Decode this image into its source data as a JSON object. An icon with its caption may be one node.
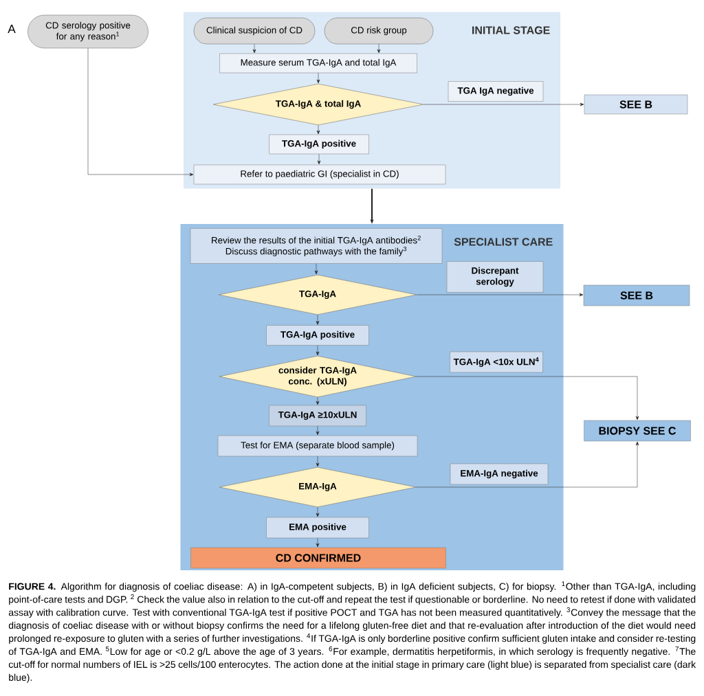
{
  "diagram": {
    "caption": "**FIGURE 4.** Algorithm for diagnosis of coeliac disease: A) in IgA-competent subjects, B) in IgA deficient subjects, C) for biopsy. $^{1}$Other than TGA-IgA, including point-of-care tests and DGP. $^{2}$ Check the value also in relation to the cut-off and repeat the test if questionable or borderline. No need to retest if done with validated assay with calibration curve. Test with conventional TGA-IgA test if positive POCT and TGA has not been measured quantitatively. $^{3}$Convey the message that the diagnosis of coeliac disease with or without biopsy confirms the need for a lifelong gluten-free diet and that re-evaluation after introduction of the diet would need prolonged re-exposure to gluten with a series of further investigations. $^{4}$If TGA-IgA is only borderline positive confirm sufficient gluten intake and consider re-testing of TGA-IgA and EMA. $^{5}$Low for age or <0.2 g/L above the age of 3 years. $^{6}$For example, dermatitis herpetiformis, in which serology is frequently negative. $^{7}$The cut-off for normal numbers of IEL is >25 cells/100 enterocytes. The action done at the initial stage in primary care (light blue) is separated from specialist care (dark blue).",
    "nodes": [
      {
        "text": [
          "INITIAL STAGE"
        ]
      },
      {
        "text": [
          "CD serology positive for any reason$^{1}$"
        ]
      },
      {
        "text": [
          "Clinical suspicion of CD"
        ],
        "in": 0
      },
      {
        "text": [
          "CD risk group"
        ],
        "in": 0
      },
      {
        "text": [
          "Measure serum TGA-IgA and total IgA"
        ],
        "in": 0
      },
      {
        "text": [
          "TGA-IgA & total IgA"
        ],
        "in": 0
      },
      {
        "text": [
          "TGA IgA negative"
        ],
        "in": 0
      },
      {
        "text": [
          "TGA-IgA positive"
        ],
        "in": 0
      },
      {
        "text": [
          "Refer to paediatric GI (specialist in CD)"
        ],
        "in": 0
      },
      {
        "text": [
          "SEE B"
        ]
      },
      {
        "text": [
          "SPECIALIST CARE"
        ]
      },
      {
        "text": [
          "Review the results of the initial TGA-IgA antibodies$^{2}$",
          "Discuss diagnostic pathways with the family$^{3}$"
        ],
        "in": 10
      },
      {
        "text": [
          "TGA-IgA"
        ],
        "in": 10
      },
      {
        "text": [
          "Discrepant serology"
        ],
        "in": 10
      },
      {
        "text": [
          "SEE B"
        ]
      },
      {
        "text": [
          "TGA-IgA positive"
        ],
        "in": 10
      },
      {
        "text": [
          "consider TGA-IgA conc. (xULN)"
        ],
        "in": 10
      },
      {
        "text": [
          "TGA-IgA <10x ULN$^{4}$"
        ],
        "in": 10
      },
      {
        "text": [
          "TGA-IgA ≥10xULN"
        ],
        "in": 10
      },
      {
        "text": [
          "Test for EMA (separate blood sample)"
        ],
        "in": 10
      },
      {
        "text": [
          "EMA-IgA"
        ],
        "in": 10
      },
      {
        "text": [
          "EMA-IgA negative"
        ],
        "in": 10
      },
      {
        "text": [
          "EMA positive"
        ],
        "in": 10
      },
      {
        "text": [
          "CD CONFIRMED"
        ],
        "in": 10
      },
      {
        "text": [
          "BIOPSY SEE C"
        ]
      }
    ],
    "edges": [
      {
        "from": 2,
        "to": 4,
        "arrow": "to"
      },
      {
        "from": 3,
        "to": 4,
        "arrow": "to"
      },
      {
        "from": 4,
        "to": 5,
        "arrow": "to"
      },
      {
        "from": 5,
        "to": 9,
        "arrow": "to"
      },
      {
        "from": 5,
        "to": 7,
        "arrow": "to"
      },
      {
        "from": 7,
        "to": 8,
        "arrow": "to"
      },
      {
        "from": 1,
        "to": 8,
        "arrow": "to"
      },
      {
        "from": 0,
        "to": 10,
        "arrow": "to",
        "style": "thick"
      },
      {
        "from": 11,
        "to": 12,
        "arrow": "to"
      },
      {
        "from": 12,
        "to": 14,
        "arrow": "to"
      },
      {
        "from": 12,
        "to": 15,
        "arrow": "to"
      },
      {
        "from": 15,
        "to": 16,
        "arrow": "to"
      },
      {
        "from": 16,
        "to": 24,
        "arrow": "to"
      },
      {
        "from": 16,
        "to": 18,
        "arrow": "to"
      },
      {
        "from": 18,
        "to": 19,
        "arrow": "to"
      },
      {
        "from": 19,
        "to": 20,
        "arrow": "to"
      },
      {
        "from": 20,
        "to": 24,
        "arrow": "to"
      },
      {
        "from": 20,
        "to": 22,
        "arrow": "to"
      },
      {
        "from": 22,
        "to": 23,
        "arrow": "to"
      }
    ],
    "labels": [
      "A"
    ]
  }
}
